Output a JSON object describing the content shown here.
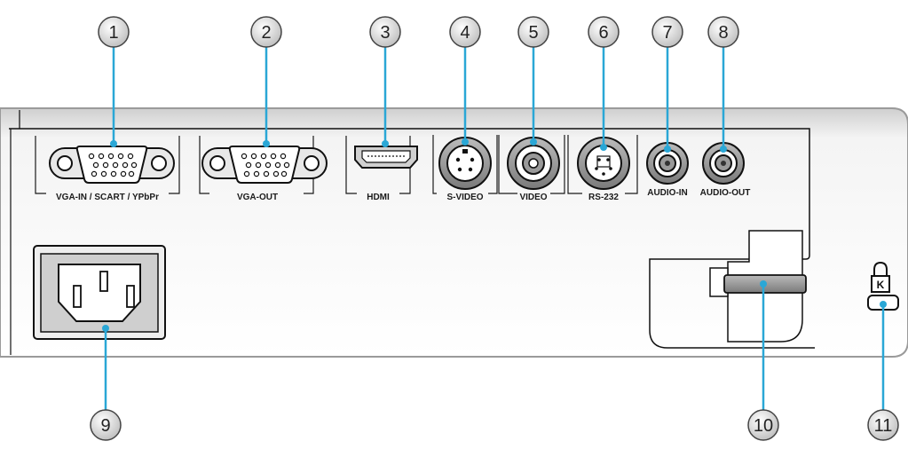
{
  "callouts": [
    "1",
    "2",
    "3",
    "4",
    "5",
    "6",
    "7",
    "8",
    "9",
    "10",
    "11"
  ],
  "ports": {
    "vga_in": "VGA-IN / SCART / YPbPr",
    "vga_out": "VGA-OUT",
    "hdmi": "HDMI",
    "s_video": "S-VIDEO",
    "video": "VIDEO",
    "rs232": "RS-232",
    "audio_in": "AUDIO-IN",
    "audio_out": "AUDIO-OUT"
  },
  "colors": {
    "leader": "#2aa7d6",
    "outline": "#1a1a1a",
    "panel_shade": "#d9d9d9",
    "callout_fill": "#e6e6e6"
  },
  "icons": {
    "lock": "kensington-lock-icon"
  }
}
